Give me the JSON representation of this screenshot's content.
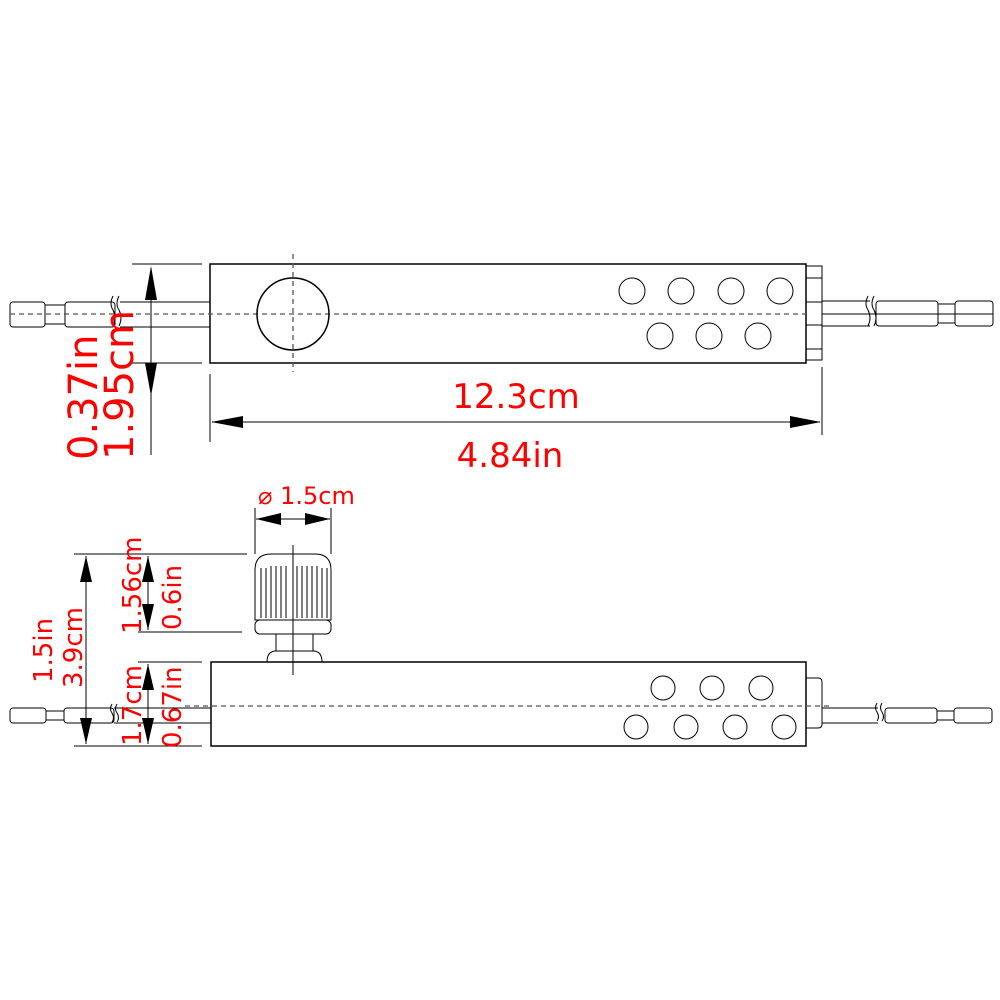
{
  "title": "Product dimension drawing",
  "accent_color": "#ff0000",
  "top_view": {
    "length_cm": "12.3cm",
    "length_in": "4.84in",
    "height_in": "0.37in",
    "height_cm": "1.95cm",
    "holes_top_row": 4,
    "holes_bottom_row": 3
  },
  "side_view": {
    "knob_diameter": "⌀ 1.5cm",
    "knob_height_cm": "1.56cm",
    "knob_height_in": "0.6in",
    "total_height_in": "1.5in",
    "total_height_cm": "3.9cm",
    "body_height_cm": "1.7cm",
    "body_height_in": "0.67in",
    "holes_top_row": 3,
    "holes_bottom_row": 4
  }
}
